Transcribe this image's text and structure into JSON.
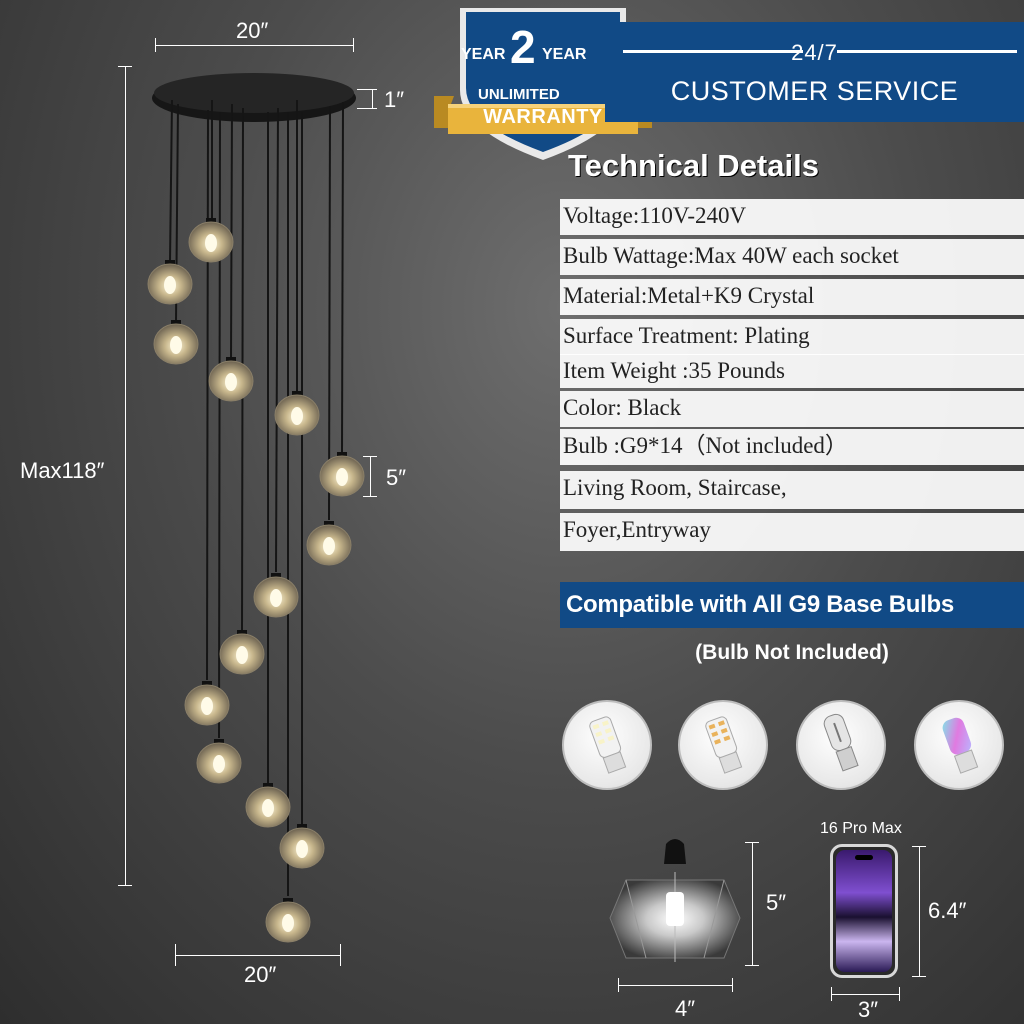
{
  "warranty": {
    "year_left": "YEAR",
    "year_num": "2",
    "year_right": "YEAR",
    "unlimited": "UNLIMITED",
    "ribbon": "WARRANTY"
  },
  "service": {
    "top": "24/7",
    "main": "CUSTOMER SERVICE"
  },
  "technical": {
    "title": "Technical Details",
    "rows": [
      "Voltage:110V-240V",
      "Bulb Wattage:Max 40W each socket",
      "Material:Metal+K9 Crystal",
      "Surface Treatment:  Plating",
      "Item Weight :35 Pounds",
      "Color: Black",
      "Bulb :G9*14（Not included）",
      "Living Room, Staircase,",
      "Foyer,Entryway"
    ]
  },
  "compatible": {
    "title": "Compatible with All G9 Base Bulbs",
    "note": "(Bulb Not Included)",
    "bulbs": [
      "led-bulb-cool-icon",
      "led-bulb-warm-icon",
      "halogen-bulb-icon",
      "rgb-bulb-icon"
    ]
  },
  "dimensions": {
    "canopy_width": "20″",
    "canopy_height": "1″",
    "max_height": "Max118″",
    "globe_height": "5″",
    "spread_width": "20″",
    "shade_height": "5″",
    "shade_width": "4″",
    "phone_label": "16 Pro Max",
    "phone_height": "6.4″",
    "phone_width": "3″"
  },
  "colors": {
    "banner_blue": "#114a86",
    "gold": "#e9b43c"
  }
}
